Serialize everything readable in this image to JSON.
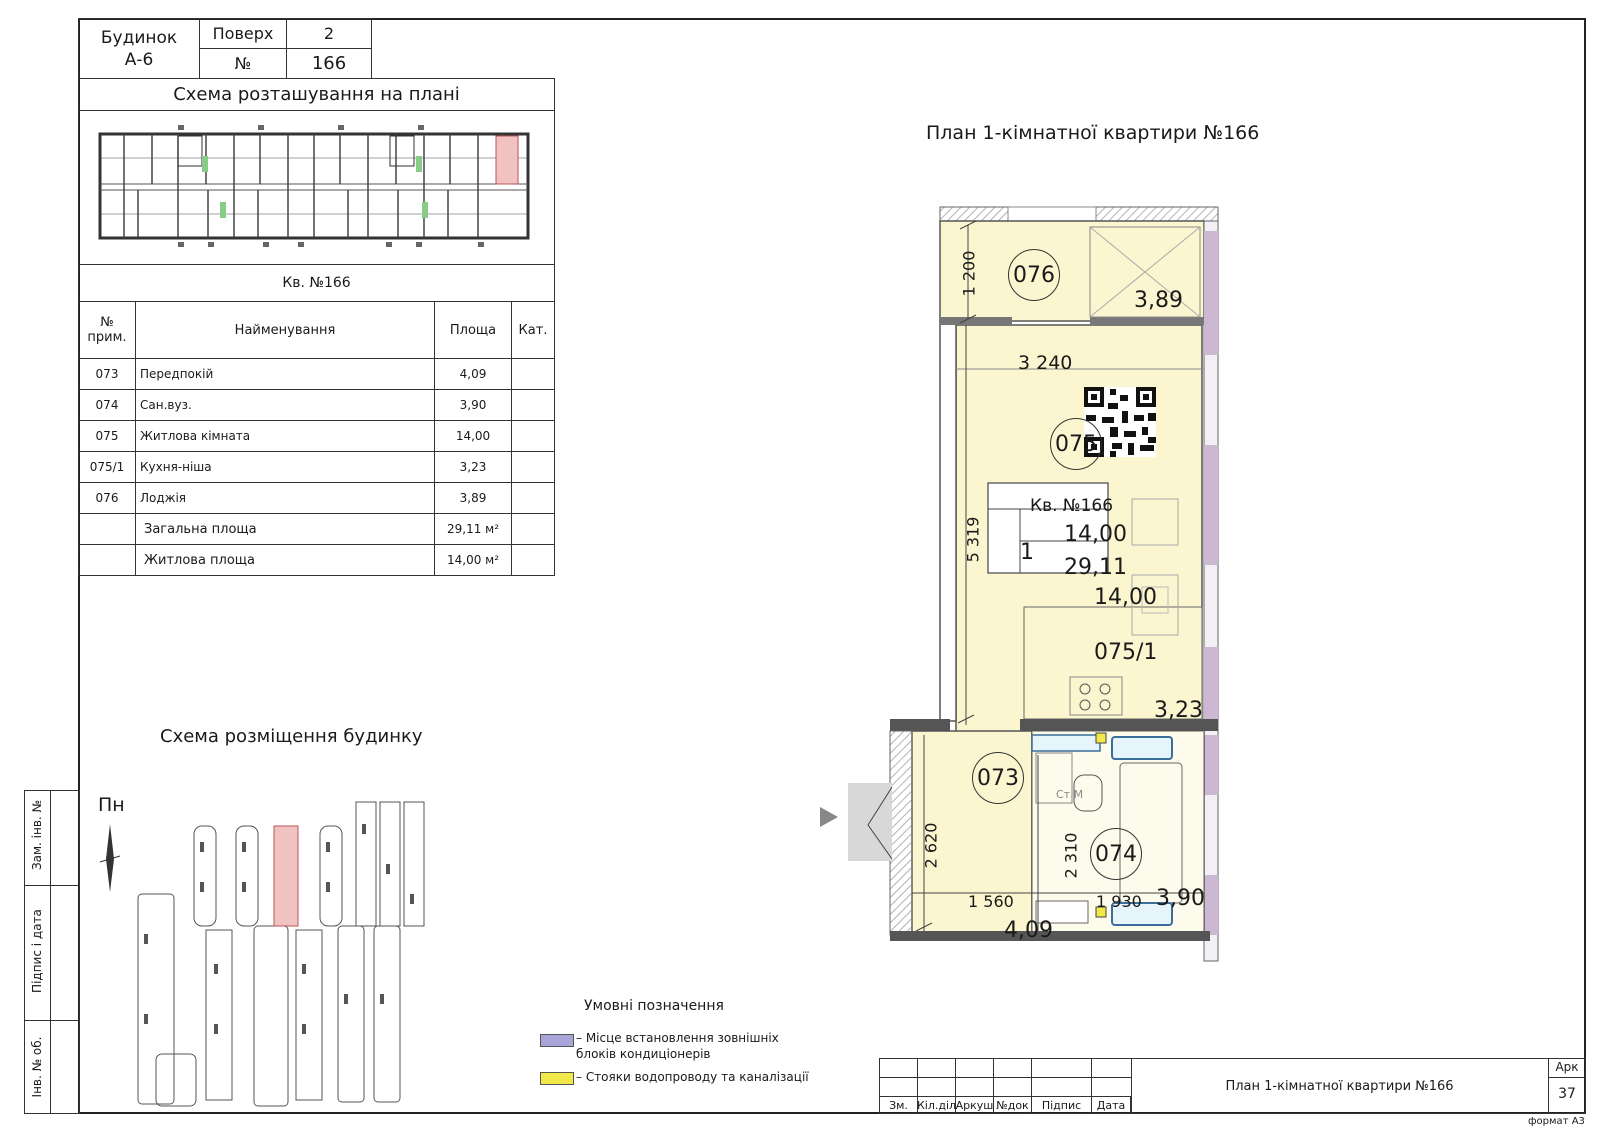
{
  "header": {
    "building_label": "Будинок\nА-6",
    "floor_label": "Поверх",
    "floor_value": "2",
    "number_label": "№",
    "number_value": "166"
  },
  "location_scheme_title": "Схема розташування на плані",
  "apartment_ref": "Кв. №166",
  "rooms_table": {
    "headers": [
      "№ прим.",
      "Найменування",
      "Площа",
      "Кат."
    ],
    "rows": [
      {
        "no": "073",
        "name": "Передпокій",
        "area": "4,09"
      },
      {
        "no": "074",
        "name": "Сан.вуз.",
        "area": "3,90"
      },
      {
        "no": "075",
        "name": "Житлова кімната",
        "area": "14,00"
      },
      {
        "no": "075/1",
        "name": "Кухня-ніша",
        "area": "3,23"
      },
      {
        "no": "076",
        "name": "Лоджія",
        "area": "3,89"
      }
    ],
    "total_label": "Загальна площа",
    "total_value": "29,11 м²",
    "living_label": "Житлова площа",
    "living_value": "14,00 м²"
  },
  "plan_title": "План 1-кімнатної квартири №166",
  "plan": {
    "rooms": {
      "r076": "076",
      "r075": "075",
      "r0751": "075/1",
      "r073": "073",
      "r074": "074"
    },
    "areas": {
      "a076": "3,89",
      "a075": "14,00",
      "a0751": "3,23",
      "a073": "4,09",
      "a074": "3,90"
    },
    "dims": {
      "d1200": "1 200",
      "d3240": "3 240",
      "d5319": "5 319",
      "d2620": "2 620",
      "d2310": "2 310",
      "d1560": "1 560",
      "d1930": "1 930"
    },
    "info_box": {
      "title": "Кв. №166",
      "rooms": "1",
      "living": "14,00",
      "total": "29,11"
    },
    "riser_label": "Ст.М"
  },
  "site_scheme_title": "Схема розміщення будинку",
  "north_label": "Пн",
  "legend": {
    "title": "Умовні позначення",
    "items": [
      {
        "color": "#a9a5d8",
        "text": "– Місце встановлення зовнішніх\nблоків кондиціонерів"
      },
      {
        "color": "#f2e84a",
        "text": "– Стояки водопроводу та каналізації"
      }
    ]
  },
  "side_stamp": [
    "Зам. інв. №",
    "Підпис і дата",
    "Інв. № об."
  ],
  "title_block": {
    "columns": [
      "Зм.",
      "Кіл.діл",
      "Аркуш",
      "№док",
      "Підпис",
      "Дата"
    ],
    "title": "План 1-кімнатної квартири №166",
    "sheet_label": "Арк",
    "sheet_no": "37"
  },
  "format_label": "формат А3"
}
